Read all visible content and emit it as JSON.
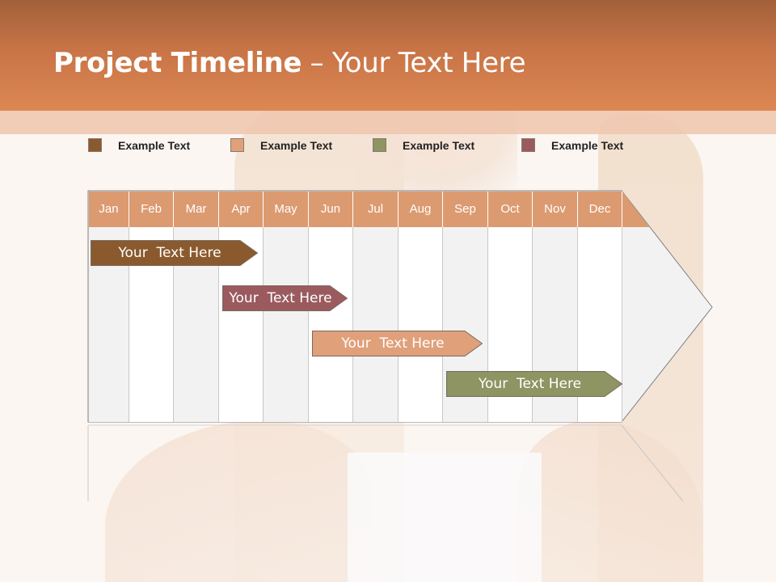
{
  "slide": {
    "title_bold": "Project Timeline",
    "title_rest": " – Your Text Here"
  },
  "legend": [
    {
      "label": "Example Text",
      "color": "#8a5a2e"
    },
    {
      "label": "Example Text",
      "color": "#e0a07a"
    },
    {
      "label": "Example Text",
      "color": "#8e9462"
    },
    {
      "label": "Example Text",
      "color": "#9a5a5e"
    }
  ],
  "months": [
    "Jan",
    "Feb",
    "Mar",
    "Apr",
    "May",
    "Jun",
    "Jul",
    "Aug",
    "Sep",
    "Oct",
    "Nov",
    "Dec"
  ],
  "tasks": [
    {
      "label": "Your  Text Here",
      "color": "#8a5a2e",
      "start_month": "Jan",
      "end_month": "Apr"
    },
    {
      "label": "Your  Text Here",
      "color": "#9a5a5e",
      "start_month": "Apr",
      "end_month": "Jun"
    },
    {
      "label": "Your  Text Here",
      "color": "#e0a07a",
      "start_month": "Jun",
      "end_month": "Sep"
    },
    {
      "label": "Your  Text Here",
      "color": "#8e9462",
      "start_month": "Sep",
      "end_month": "Dec"
    }
  ],
  "colors": {
    "header": "#c87446",
    "month_header": "#dc9a70",
    "column_shaded": "#f2f2f2",
    "column_plain": "#ffffff"
  }
}
